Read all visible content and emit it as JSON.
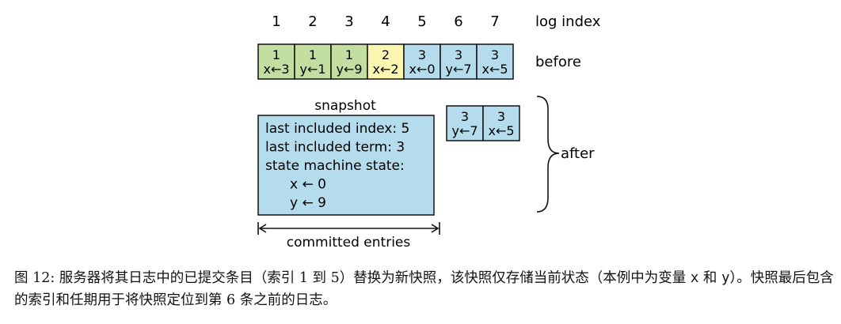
{
  "header": {
    "indices": [
      "1",
      "2",
      "3",
      "4",
      "5",
      "6",
      "7"
    ],
    "index_label": "log index"
  },
  "colors": {
    "green": "#c2dea0",
    "yellow": "#fbf6b2",
    "blue": "#b4dcec",
    "stroke": "#111111"
  },
  "before": {
    "label": "before",
    "entries": [
      {
        "term": "1",
        "cmd": "x←3",
        "color": "green"
      },
      {
        "term": "1",
        "cmd": "y←1",
        "color": "green"
      },
      {
        "term": "1",
        "cmd": "y←9",
        "color": "green"
      },
      {
        "term": "2",
        "cmd": "x←2",
        "color": "yellow"
      },
      {
        "term": "3",
        "cmd": "x←0",
        "color": "blue"
      },
      {
        "term": "3",
        "cmd": "y←7",
        "color": "blue"
      },
      {
        "term": "3",
        "cmd": "x←5",
        "color": "blue"
      }
    ]
  },
  "after": {
    "label": "after",
    "snapshot_title": "snapshot",
    "snapshot_lines": [
      "last included index: 5",
      "last included term: 3",
      "state machine state:",
      "x ← 0",
      "y ← 9"
    ],
    "entries": [
      {
        "term": "3",
        "cmd": "y←7",
        "color": "blue"
      },
      {
        "term": "3",
        "cmd": "x←5",
        "color": "blue"
      }
    ]
  },
  "committed_label": "committed entries",
  "caption": {
    "part1": "图 12: 服务器将其日志中的已提交条目（索引 1 到 5）替换为新快照，该快照仅存储当前状态（本例中为变量 ",
    "var_x": "x",
    "part2": " 和 ",
    "var_y": "y",
    "part3": "）。快照最后包含的索引和任期用于将快照定位到第 6 条之前的日志。"
  }
}
